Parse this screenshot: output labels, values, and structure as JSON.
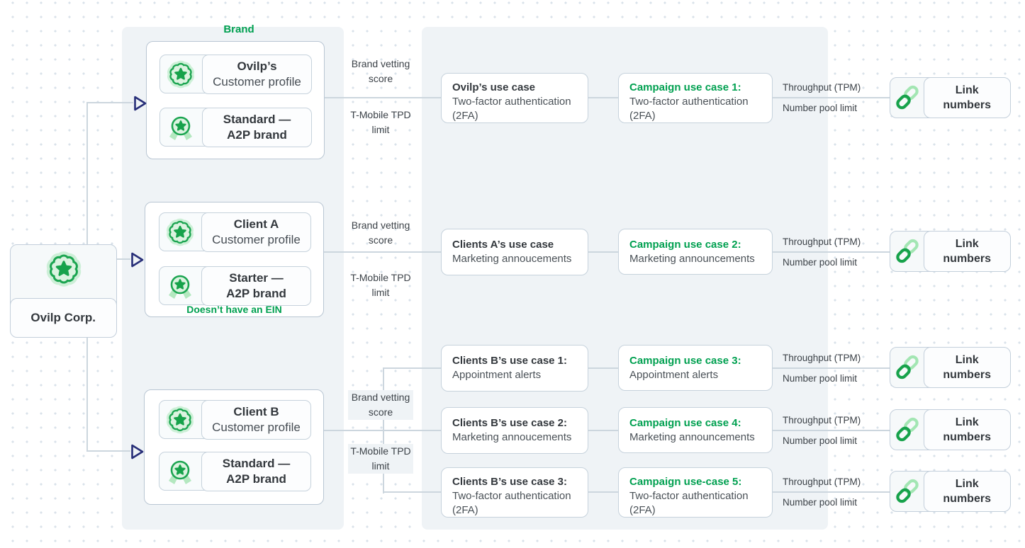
{
  "diagram": {
    "root_label": "Ovilp Corp.",
    "brand_section_label": "Brand",
    "groups": [
      {
        "profile_line1": "Ovilp’s",
        "profile_line2": "Customer profile",
        "brand_line1": "Standard —",
        "brand_line2": "A2P brand",
        "note": ""
      },
      {
        "profile_line1": "Client A",
        "profile_line2": "Customer profile",
        "brand_line1": "Starter —",
        "brand_line2": "A2P brand",
        "note": "Doesn’t have an EIN"
      },
      {
        "profile_line1": "Client B",
        "profile_line2": "Customer profile",
        "brand_line1": "Standard —",
        "brand_line2": "A2P brand",
        "note": ""
      }
    ],
    "edge_labels": {
      "brand_vetting": "Brand vetting score",
      "tpd": "T-Mobile TPD limit",
      "throughput": "Throughput (TPM)",
      "number_pool": "Number pool limit"
    },
    "use_cases": [
      {
        "title": "Ovilp’s use case",
        "body": "Two-factor authentication (2FA)"
      },
      {
        "title": "Clients A’s use case",
        "body": "Marketing annoucements"
      },
      {
        "title": "Clients B’s use case 1:",
        "body": "Appointment alerts"
      },
      {
        "title": "Clients B’s use case 2:",
        "body": "Marketing annoucements"
      },
      {
        "title": "Clients B’s use case 3:",
        "body": "Two-factor authentication (2FA)"
      }
    ],
    "campaigns": [
      {
        "title": "Campaign use case 1:",
        "body": "Two-factor authentication (2FA)"
      },
      {
        "title": "Campaign use case 2:",
        "body": "Marketing announcements"
      },
      {
        "title": "Campaign use case 3:",
        "body": "Appointment alerts"
      },
      {
        "title": "Campaign use case 4:",
        "body": "Marketing announcements"
      },
      {
        "title": "Campaign use-case 5:",
        "body": "Two-factor authentication (2FA)"
      }
    ],
    "link_box_label": "Link numbers",
    "colors": {
      "green_text": "#00a050",
      "icon_green": "#1ca551",
      "icon_green_dark": "#17a24b",
      "icon_green_light": "#dbf3e0",
      "navy": "#272e78",
      "panel": "#eff3f6",
      "connector": "#ccd6de"
    }
  }
}
